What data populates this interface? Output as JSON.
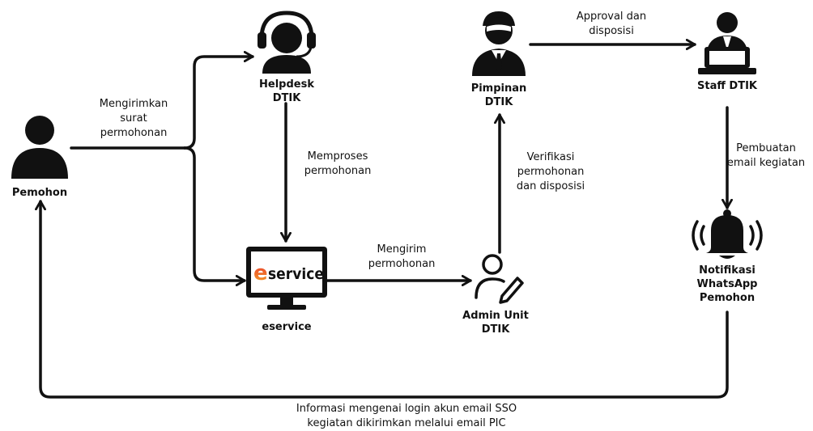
{
  "nodes": {
    "pemohon": {
      "label": "Pemohon"
    },
    "helpdesk": {
      "line1": "Helpdesk",
      "line2": "DTIK"
    },
    "eservice": {
      "label": "eservice",
      "logo_e": "e",
      "logo_rest": "service"
    },
    "admin": {
      "line1": "Admin Unit",
      "line2": "DTIK"
    },
    "pimpinan": {
      "line1": "Pimpinan",
      "line2": "DTIK"
    },
    "staff": {
      "label": "Staff DTIK"
    },
    "notif": {
      "line1": "Notifikasi",
      "line2": "WhatsApp",
      "line3": "Pemohon"
    }
  },
  "edges": {
    "mengirimkan": {
      "line1": "Mengirimkan",
      "line2": "surat",
      "line3": "permohonan"
    },
    "memproses": {
      "line1": "Memproses",
      "line2": "permohonan"
    },
    "mengirim": {
      "line1": "Mengirim",
      "line2": "permohonan"
    },
    "verifikasi": {
      "line1": "Verifikasi",
      "line2": "permohonan",
      "line3": "dan disposisi"
    },
    "approval": {
      "line1": "Approval dan",
      "line2": "disposisi"
    },
    "pembuatan": {
      "line1": "Pembuatan",
      "line2": "email kegiatan"
    },
    "informasi": {
      "line1": "Informasi mengenai login akun email SSO",
      "line2": "kegiatan dikirimkan melalui email PIC"
    }
  },
  "colors": {
    "line": "#111111",
    "logo_e_gradient": [
      "#e8312f",
      "#f5a623"
    ]
  },
  "icons": {
    "pemohon": "person-icon",
    "helpdesk": "headset-agent-icon",
    "eservice": "monitor-icon",
    "admin": "user-edit-icon",
    "pimpinan": "businessman-icon",
    "staff": "laptop-worker-icon",
    "notif": "ringing-bell-icon"
  }
}
